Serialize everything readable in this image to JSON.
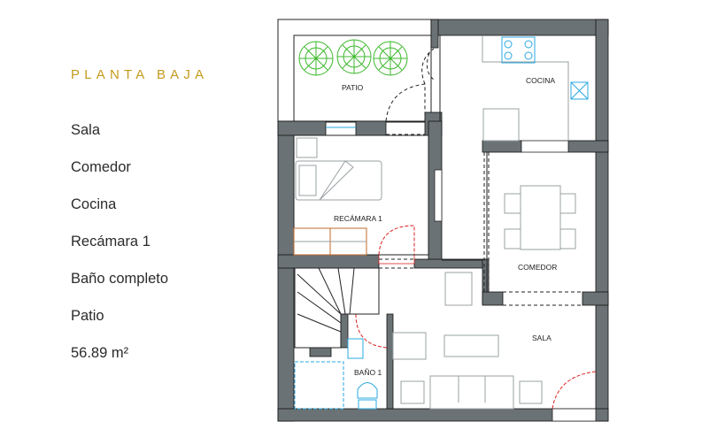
{
  "legend": {
    "title": "PLANTA BAJA",
    "items": [
      "Sala",
      "Comedor",
      "Cocina",
      "Recámara 1",
      "Baño completo",
      "Patio"
    ],
    "area": "56.89 m²"
  },
  "plan": {
    "rooms": {
      "patio": "PATIO",
      "cocina": "COCINA",
      "recamara": "RECÁMARA 1",
      "comedor": "COMEDOR",
      "sala": "SALA",
      "bano": "BAÑO 1"
    },
    "colors": {
      "wall": "#6b7275",
      "accent": "#c49a1c",
      "door": "#dd2222",
      "fixture": "#2aa8e0",
      "plant": "#3cb82c",
      "closet": "#c06a2a"
    }
  }
}
